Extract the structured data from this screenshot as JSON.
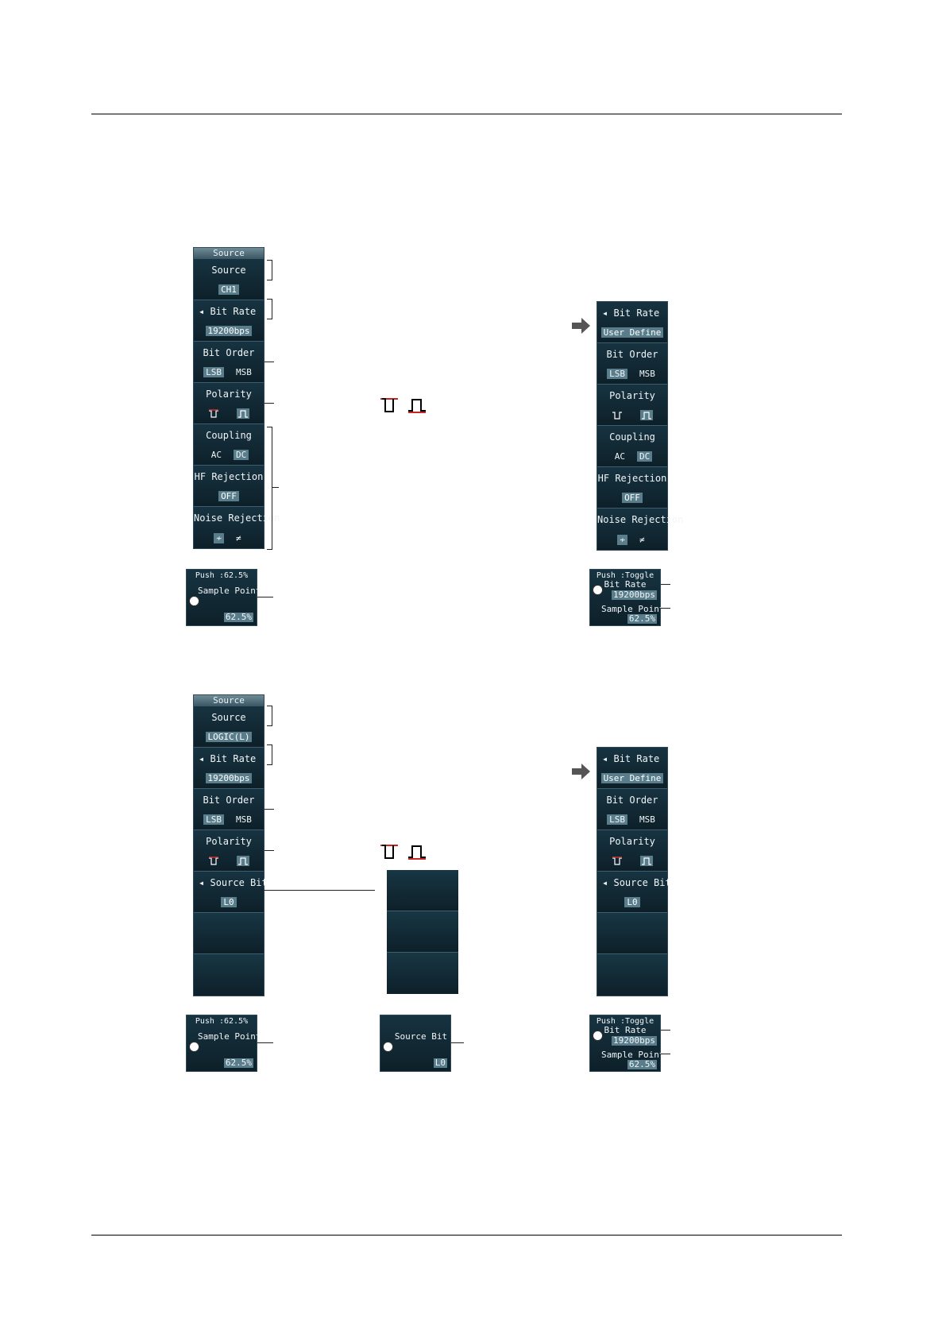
{
  "panel1": {
    "title": "Source",
    "source_label": "Source",
    "source_value": "CH1",
    "bitrate_label": "Bit Rate",
    "bitrate_value": "19200bps",
    "bitorder_label": "Bit Order",
    "bitorder_lsb": "LSB",
    "bitorder_msb": "MSB",
    "polarity_label": "Polarity",
    "coupling_label": "Coupling",
    "coupling_ac": "AC",
    "coupling_dc": "DC",
    "hf_label": "HF Rejection",
    "hf_value": "OFF",
    "noise_label": "Noise Rejection"
  },
  "knob1": {
    "push": "Push :62.5%",
    "label": "Sample Point",
    "value": "62.5%"
  },
  "panel2": {
    "bitrate_label": "Bit Rate",
    "bitrate_value": "User Define",
    "bitorder_label": "Bit Order",
    "bitorder_lsb": "LSB",
    "bitorder_msb": "MSB",
    "polarity_label": "Polarity",
    "coupling_label": "Coupling",
    "coupling_ac": "AC",
    "coupling_dc": "DC",
    "hf_label": "HF Rejection",
    "hf_value": "OFF",
    "noise_label": "Noise Rejection"
  },
  "knob2": {
    "push": "Push :Toggle",
    "bitrate_label": "Bit Rate",
    "bitrate_value": "19200bps",
    "sample_label": "Sample Point",
    "sample_value": "62.5%"
  },
  "panel3": {
    "title": "Source",
    "source_label": "Source",
    "source_value": "LOGIC(L)",
    "bitrate_label": "Bit Rate",
    "bitrate_value": "19200bps",
    "bitorder_label": "Bit Order",
    "bitorder_lsb": "LSB",
    "bitorder_msb": "MSB",
    "polarity_label": "Polarity",
    "sourcebit_label": "Source Bit",
    "sourcebit_value": "L0"
  },
  "knob3": {
    "push": "Push :62.5%",
    "label": "Sample Point",
    "value": "62.5%"
  },
  "knob4": {
    "label": "Source Bit",
    "value": "L0"
  },
  "panel4": {
    "bitrate_label": "Bit Rate",
    "bitrate_value": "User Define",
    "bitorder_label": "Bit Order",
    "bitorder_lsb": "LSB",
    "bitorder_msb": "MSB",
    "polarity_label": "Polarity",
    "sourcebit_label": "Source Bit",
    "sourcebit_value": "L0"
  },
  "knob5": {
    "push": "Push :Toggle",
    "bitrate_label": "Bit Rate",
    "bitrate_value": "19200bps",
    "sample_label": "Sample Point",
    "sample_value": "62.5%"
  }
}
